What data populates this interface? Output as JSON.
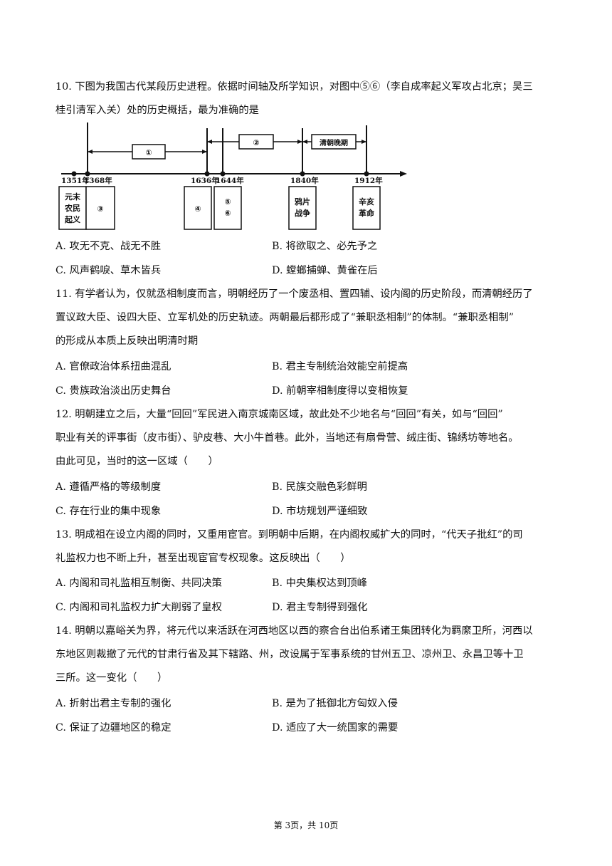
{
  "q10": {
    "stem_line1": "10. 下图为我国古代某段历史进程。依据时间轴及所学知识，对图中⑤⑥（李自成率起义军攻占北京；吴三",
    "stem_line2": "桂引清军入关）处的历史概括，最为准确的是",
    "timeline": {
      "span1": "①",
      "span2": "②",
      "span3": "清朝晚期",
      "years": [
        "1351年",
        "1368年",
        "1636年",
        "1644年",
        "1840年",
        "1912年"
      ],
      "box_yuan": [
        "元末",
        "农民",
        "起义"
      ],
      "box3": "③",
      "box4": "④",
      "box56": [
        "⑤",
        "⑥"
      ],
      "box_opium": [
        "鸦片",
        "战争"
      ],
      "box_xinhai": [
        "辛亥",
        "革命"
      ]
    },
    "A": "A. 攻无不克、战无不胜",
    "B": "B. 将欲取之、必先予之",
    "C": "C. 风声鹤唳、草木皆兵",
    "D": "D. 螳螂捕蝉、黄雀在后"
  },
  "q11": {
    "line1": "11. 有学者认为，仅就丞相制度而言，明朝经历了一个废丞相、置四辅、设内阁的历史阶段，而清朝经历了",
    "line2": "置议政大臣、设四大臣、立军机处的历史轨迹。两朝最后都形成了“兼职丞相制”的体制。“兼职丞相制”",
    "line3": "的形成从本质上反映出明清时期",
    "A": "A. 官僚政治体系扭曲混乱",
    "B": "B. 君主专制统治效能空前提高",
    "C": "C. 贵族政治淡出历史舞台",
    "D": "D. 前朝宰相制度得以变相恢复"
  },
  "q12": {
    "line1": "12. 明朝建立之后，大量“回回”军民进入南京城南区域，故此处不少地名与“回回”有关，如与“回回”",
    "line2": "职业有关的评事街（皮市街）、驴皮巷、大小牛首巷。此外，当地还有扇骨营、绒庄街、锦绣坊等地名。",
    "line3": "由此可见，当时的这一区域（　　）",
    "A": "A. 遵循严格的等级制度",
    "B": "B. 民族交融色彩鲜明",
    "C": "C. 存在行业的集中现象",
    "D": "D. 市坊规划严谨细致"
  },
  "q13": {
    "line1": "13. 明成祖在设立内阁的同时，又重用宦官。到明朝中后期，在内阁权威扩大的同时，“代天子批红”的司",
    "line2": "礼监权力也不断上升，甚至出现宦官专权现象。这反映出（　　）",
    "A": "A. 内阁和司礼监相互制衡、共同决策",
    "B": "B. 中央集权达到顶峰",
    "C": "C. 内阁和司礼监权力扩大削弱了皇权",
    "D": "D. 君主专制得到强化"
  },
  "q14": {
    "line1": "14. 明朝以嘉峪关为界，将元代以来活跃在河西地区以西的察合台出伯系诸王集团转化为羁縻卫所，河西以",
    "line2": "东地区则裁撤了元代的甘肃行省及其下辖路、州，改设属于军事系统的甘州五卫、凉州卫、永昌卫等十卫",
    "line3": "三所。这一变化（　　）",
    "A": "A. 折射出君主专制的强化",
    "B": "B. 是为了抵御北方匈奴入侵",
    "C": "C. 保证了边疆地区的稳定",
    "D": "D. 适应了大一统国家的需要"
  },
  "footer": "第 3页，共 10页"
}
